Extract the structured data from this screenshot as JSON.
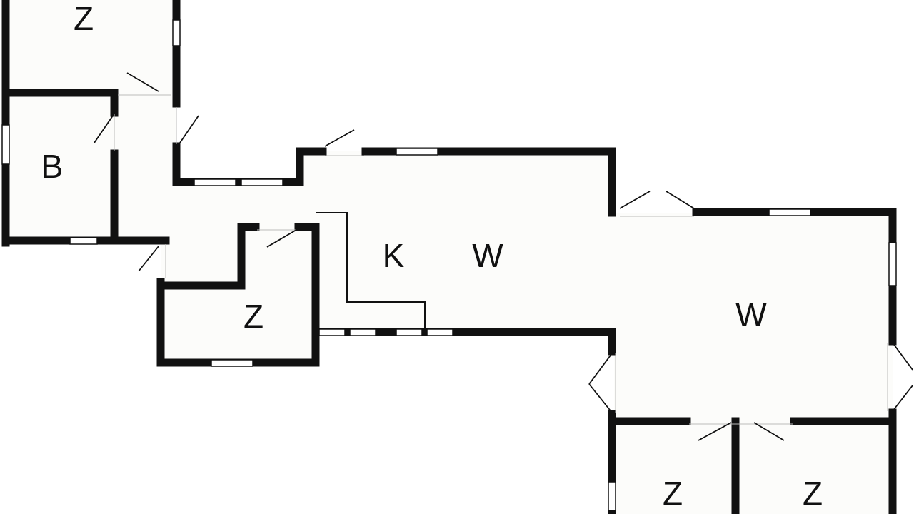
{
  "rooms": [
    {
      "label": "Z"
    },
    {
      "label": "B"
    },
    {
      "label": "Z"
    },
    {
      "label": "K"
    },
    {
      "label": "W"
    },
    {
      "label": "W"
    },
    {
      "label": "Z"
    },
    {
      "label": "Z"
    }
  ],
  "colors": {
    "wall": "#111111",
    "floor": "#fcfcfa",
    "background": "#ffffff"
  }
}
